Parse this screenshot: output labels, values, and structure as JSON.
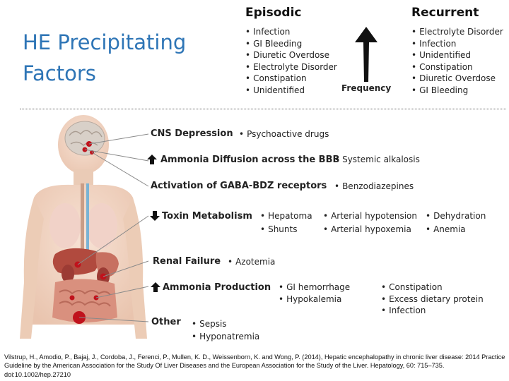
{
  "title": {
    "line1": "HE Precipitating",
    "line2": "Factors"
  },
  "episodic": {
    "heading": "Episodic",
    "items": [
      "Infection",
      "GI Bleeding",
      "Diuretic Overdose",
      "Electrolyte Disorder",
      "Constipation",
      "Unidentified"
    ]
  },
  "recurrent": {
    "heading": "Recurrent",
    "items": [
      "Electrolyte Disorder",
      "Infection",
      "Unidentified",
      "Constipation",
      "Diuretic Overdose",
      "GI Bleeding"
    ]
  },
  "frequency_label": "Frequency",
  "rows": {
    "cns": {
      "label": "CNS Depression",
      "items": [
        "Psychoactive drugs"
      ]
    },
    "ammonia_diffusion": {
      "label": "Ammonia Diffusion across the BBB",
      "items": [
        "Systemic alkalosis"
      ]
    },
    "gaba": {
      "label": "Activation of GABA-BDZ receptors",
      "items": [
        "Benzodiazepines"
      ]
    },
    "toxin": {
      "label": "Toxin Metabolism",
      "items": [
        "Hepatoma",
        "Shunts",
        "Arterial hypotension",
        "Arterial hypoxemia",
        "Dehydration",
        "Anemia"
      ]
    },
    "renal": {
      "label": "Renal Failure",
      "items": [
        "Azotemia"
      ]
    },
    "ammonia_production": {
      "label": "Ammonia Production",
      "items": [
        "GI hemorrhage",
        "Hypokalemia",
        "Constipation",
        "Excess dietary protein",
        "Infection"
      ]
    },
    "other": {
      "label": "Other",
      "items": [
        "Sepsis",
        "Hyponatremia"
      ]
    }
  },
  "citation": "Vilstrup, H., Amodio, P., Bajaj, J., Cordoba, J., Ferenci, P., Mullen, K. D., Weissenborn, K. and Wong, P. (2014), Hepatic encephalopathy in chronic liver disease: 2014 Practice Guideline by the American Association for the Study Of Liver Diseases and the European Association for the Study of the Liver. Hepatology, 60: 715–735. doi:10.1002/hep.27210"
}
